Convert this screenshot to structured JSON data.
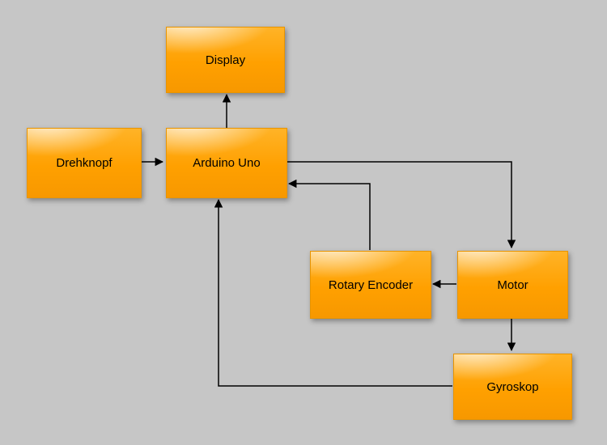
{
  "diagram": {
    "title": "",
    "nodes": {
      "display": {
        "label": "Display"
      },
      "drehknopf": {
        "label": "Drehknopf"
      },
      "arduino": {
        "label": "Arduino Uno"
      },
      "rotary_encoder": {
        "label": "Rotary Encoder"
      },
      "motor": {
        "label": "Motor"
      },
      "gyroskop": {
        "label": "Gyroskop"
      }
    },
    "edges": [
      {
        "from": "drehknopf",
        "to": "arduino"
      },
      {
        "from": "arduino",
        "to": "display"
      },
      {
        "from": "arduino",
        "to": "motor"
      },
      {
        "from": "motor",
        "to": "rotary_encoder"
      },
      {
        "from": "rotary_encoder",
        "to": "arduino"
      },
      {
        "from": "motor",
        "to": "gyroskop"
      },
      {
        "from": "gyroskop",
        "to": "arduino"
      }
    ],
    "colors": {
      "node_fill": "#FFA000",
      "node_highlight": "#FFE2B0",
      "node_border": "#E89400",
      "background": "#C6C6C6",
      "line": "#000000",
      "text": "#000000"
    }
  }
}
